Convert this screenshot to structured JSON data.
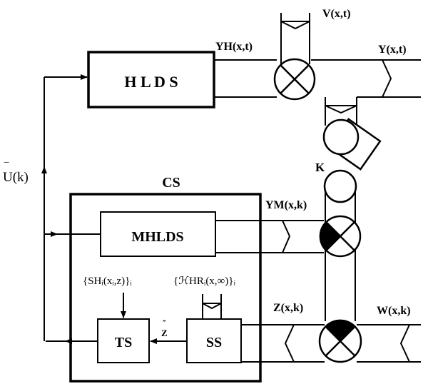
{
  "blocks": {
    "hlds": "H L D S",
    "cs": "CS",
    "mhlds": "MHLDS",
    "ts": "TS",
    "ss": "SS"
  },
  "signals": {
    "yh": "YH(x,t)",
    "v": "V(x,t)",
    "y": "Y(x,t)",
    "k": "K",
    "ym": "YM(x,k)",
    "z": "Z(x,k)",
    "w": "W(x,k)",
    "u": "U(k)",
    "u_bar": "‾",
    "z_hat": "Z",
    "z_hat_mark": "ˇ",
    "sh": "{SHᵢ(xᵢ,z)}ᵢ",
    "hr": "{ℋHRᵢ(x,∞)}ᵢ"
  }
}
